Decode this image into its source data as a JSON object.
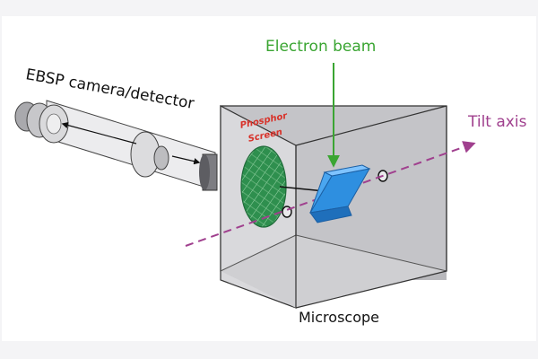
{
  "diagram": {
    "labels": {
      "camera": "EBSP camera/detector",
      "electron_beam": "Electron beam",
      "tilt_axis": "Tilt axis",
      "phosphor_line1": "Phosphor",
      "phosphor_line2": "Screen",
      "microscope": "Microscope"
    },
    "colors": {
      "electron_beam": "#3aa532",
      "tilt_axis": "#a0408e",
      "phosphor_text": "#d8322a",
      "sample": "#2e8fe0",
      "screen": "#2e8f4e"
    }
  }
}
